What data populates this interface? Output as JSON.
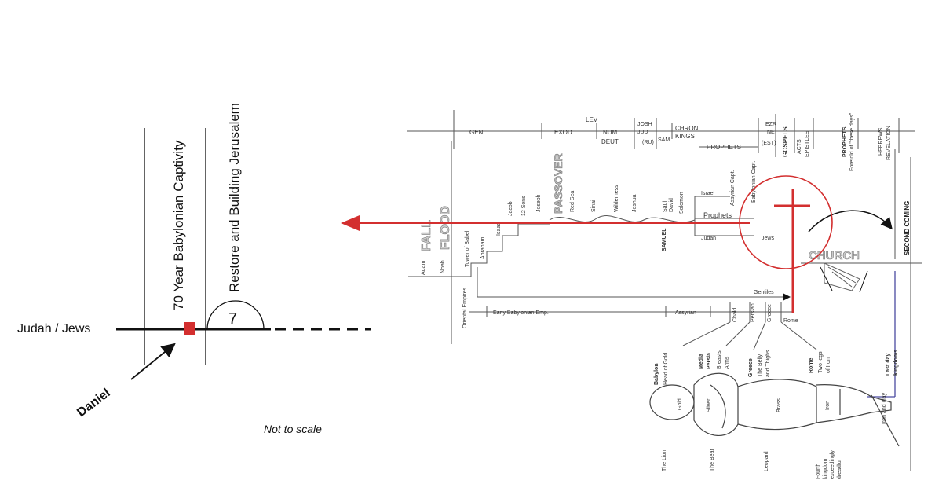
{
  "colors": {
    "red": "#d32f2f",
    "ink": "#111111",
    "gray": "#555555",
    "blue": "#4a4aa0"
  },
  "left": {
    "judah_label": "Judah / Jews",
    "captivity_label": "70 Year Babylonian Captivity",
    "restore_label": "Restore and Building Jerusalem",
    "seven": "7",
    "daniel_label": "Daniel",
    "note": "Not to scale"
  },
  "chart": {
    "gen": "GEN",
    "exod": "EXOD",
    "lev": "LEV",
    "num": "NUM",
    "deut": "DEUT",
    "josh": "JOSH",
    "jud": "JUD",
    "ru": "(RU)",
    "sam": "SAM",
    "chron": "CHRON.",
    "kings": "KINGS",
    "prophets_top": "PROPHETS",
    "ezr": "EZR",
    "ne": "NE",
    "est": "(EST)",
    "gospels": "GOSPELS",
    "acts": "ACTS",
    "epistles": "EPISTLES",
    "prophets_right": "PROPHETS",
    "foretold": "Foretold of \"these days\"",
    "hebrews": "HEBREWS",
    "revelation": "REVELATION",
    "passover": "PASSOVER",
    "flood": "FLOOD",
    "fall": "FALL",
    "adam": "Adam",
    "noah": "Noah",
    "tower": "Tower of Babel",
    "abraham": "Abraham",
    "isaac": "Isaac",
    "jacob": "Jacob",
    "twelve_sons": "12 Sons",
    "joseph": "Joseph",
    "red_sea": "Red Sea",
    "sinai": "Sinai",
    "wilderness": "Wilderness",
    "joshua": "Joshua",
    "saul": "Saul",
    "david": "David",
    "solomon": "Solomon",
    "samuel": "SAMUEL",
    "israel": "Israel",
    "assyrian_capt": "Assyrian Capt.",
    "prophets": "Prophets",
    "judah": "Judah",
    "babylonian_capt": "Babylonian Capt.",
    "jews": "Jews",
    "church": "CHURCH",
    "second_coming": "SECOND COMING",
    "gentiles": "Gentiles",
    "oriental": "Oriental Empires",
    "early_babylonian": "Early Babylonian Emp.",
    "assyrian": "Assyrian",
    "chald": "Chald.",
    "persian": "Persian",
    "greece": "Greece",
    "rome": "Rome",
    "babylon": "Babylon",
    "head_gold": "Head of Gold",
    "media": "Media",
    "persia": "Persia",
    "breasts": "Breasts",
    "arms": "Arms",
    "greece2": "Greece",
    "belly": "The Belly",
    "thighs": "and Thighs",
    "rome2": "Rome",
    "two_legs": "Two legs",
    "of_iron": "of Iron",
    "last_day": "Last day",
    "kingdoms": "kingdoms",
    "gold": "Gold",
    "silver": "Silver",
    "brass": "Brass",
    "iron": "Iron",
    "feet": "Iron and clay",
    "lion": "The Lion",
    "bear": "The Bear",
    "leopard": "Leopard",
    "fourth1": "Fourth",
    "fourth2": "kingdom",
    "fourth3": "exceedingly",
    "fourth4": "dreadful"
  }
}
